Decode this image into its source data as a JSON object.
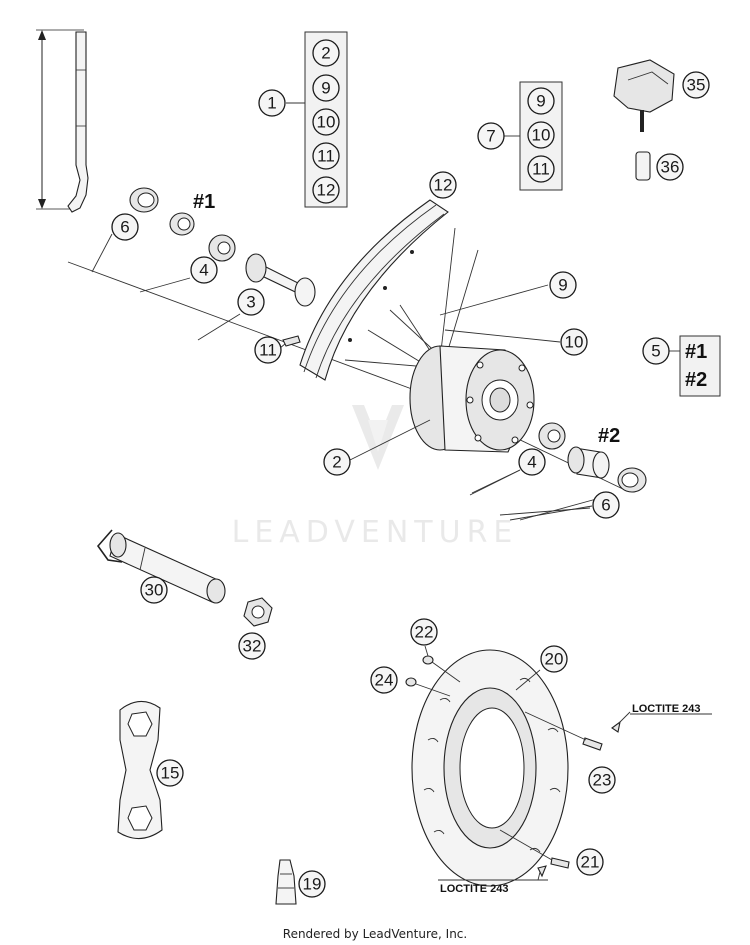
{
  "title": "",
  "callouts": {
    "c1": "1",
    "c1_2": "2",
    "c1_9": "9",
    "c1_10": "10",
    "c1_11": "11",
    "c1_12": "12",
    "c7": "7",
    "c7_9": "9",
    "c7_10": "10",
    "c7_11": "11",
    "c35": "35",
    "c36": "36",
    "c6a": "6",
    "c4a": "4",
    "c3": "3",
    "c11": "11",
    "c12": "12",
    "c9": "9",
    "c10": "10",
    "c5": "5",
    "c2": "2",
    "c4b": "4",
    "c6b": "6",
    "c30": "30",
    "c32": "32",
    "c22": "22",
    "c24": "24",
    "c20": "20",
    "c23": "23",
    "c21": "21",
    "c15": "15",
    "c19": "19"
  },
  "marks": {
    "hash1_top": "#1",
    "hash2_right": "#2",
    "box5_a": "#1",
    "box5_b": "#2"
  },
  "notes": {
    "loctite_top": "LOCTITE 243",
    "loctite_bottom": "LOCTITE 243"
  },
  "watermark": "LEADVENTURE",
  "footer": "Rendered by LeadVenture, Inc."
}
